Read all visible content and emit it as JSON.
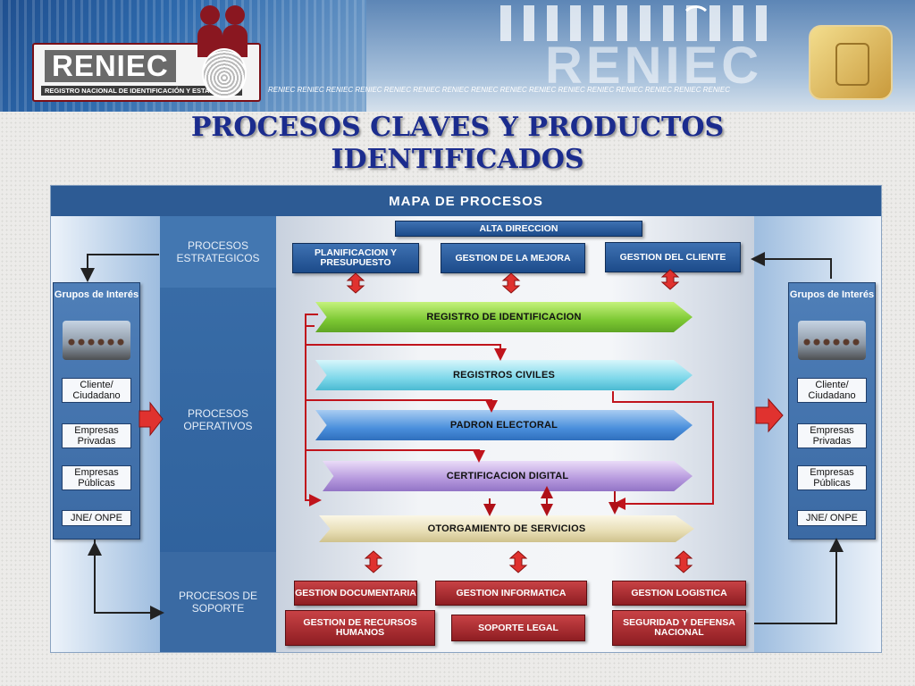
{
  "banner": {
    "logo_word": "RENIEC",
    "logo_subtitle": "REGISTRO NACIONAL DE IDENTIFICACIÓN Y ESTADO CIVIL",
    "right_word": "RENIEC",
    "watermark_strip": "RENIEC RENIEC RENIEC RENIEC RENIEC RENIEC RENIEC RENIEC RENIEC RENIEC RENIEC RENIEC RENIEC RENIEC RENIEC RENIEC"
  },
  "slide": {
    "title_line1": "PROCESOS CLAVES Y PRODUCTOS",
    "title_line2": "IDENTIFICADOS"
  },
  "map": {
    "header": "MAPA DE PROCESOS",
    "categories": {
      "strategic": "PROCESOS ESTRATEGICOS",
      "operative": "PROCESOS OPERATIVOS",
      "support": "PROCESOS DE SOPORTE"
    },
    "strategic": {
      "top": "ALTA DIRECCION",
      "items": [
        "PLANIFICACION Y PRESUPUESTO",
        "GESTION DE LA MEJORA",
        "GESTION DEL CLIENTE"
      ]
    },
    "operative": [
      "REGISTRO DE IDENTIFICACION",
      "REGISTROS CIVILES",
      "PADRON ELECTORAL",
      "CERTIFICACION DIGITAL",
      "OTORGAMIENTO DE SERVICIOS"
    ],
    "support": [
      "GESTION DOCUMENTARIA",
      "GESTION INFORMATICA",
      "GESTION LOGISTICA",
      "GESTION DE RECURSOS HUMANOS",
      "SOPORTE LEGAL",
      "SEGURIDAD Y DEFENSA NACIONAL"
    ],
    "stakeholders": {
      "title": "Grupos de Interés",
      "items": [
        "Cliente/ Ciudadano",
        "Empresas Privadas",
        "Empresas Públicas",
        "JNE/ ONPE"
      ]
    }
  },
  "colors": {
    "title": "#1b2c8e",
    "header_blue": "#2d5b94",
    "box_blue": "#1c4b8a",
    "box_red": "#8e1d22",
    "arrow_red": "#e0322f",
    "connector_red": "#c0141c"
  }
}
